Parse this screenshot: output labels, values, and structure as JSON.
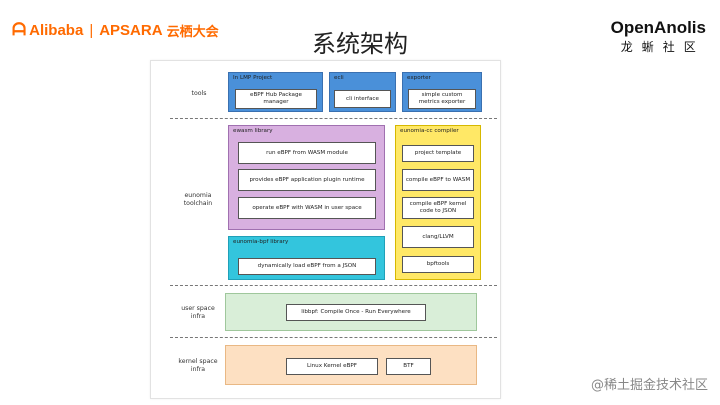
{
  "header": {
    "brand_left": "Alibaba",
    "brand_left_mark": "ᗩ",
    "brand_sep": "|",
    "brand_middle": "APSARA",
    "brand_middle_cn": "云栖大会",
    "title": "系统架构",
    "brand_right_en": "OpenAnolis",
    "brand_right_cn": "龙蜥社区"
  },
  "diagram": {
    "sections": {
      "tools": "tools",
      "toolchain": "eunomia\ntoolchain",
      "userspace": "user space\ninfra",
      "kernel": "kernel space\ninfra"
    },
    "lmp": {
      "header": "In LMP Project",
      "item": "eBPF Hub Package manager"
    },
    "ecli": {
      "header": "ecli",
      "item": "cli interface"
    },
    "exporter": {
      "header": "exporter",
      "item": "simple custom metrics exporter"
    },
    "ewasm": {
      "header": "ewasm library",
      "items": [
        "run eBPF from WASM module",
        "provides eBPF application plugin runtime",
        "operate eBPF with WASM in user space"
      ]
    },
    "bpf_lib": {
      "header": "eunomia-bpf library",
      "item": "dynamically load eBPF from a JSON"
    },
    "compiler": {
      "header": "eunomia-cc compiler",
      "items": [
        "project template",
        "compile eBPF to WASM",
        "compile eBPF kernel code to JSON",
        "clang/LLVM",
        "bpftools"
      ]
    },
    "libbpf": "libbpf: Compile Once - Run Everywhere",
    "kernel_ebpf": "Linux Kernel eBPF",
    "btf": "BTF"
  },
  "watermark": "@稀土掘金技术社区"
}
